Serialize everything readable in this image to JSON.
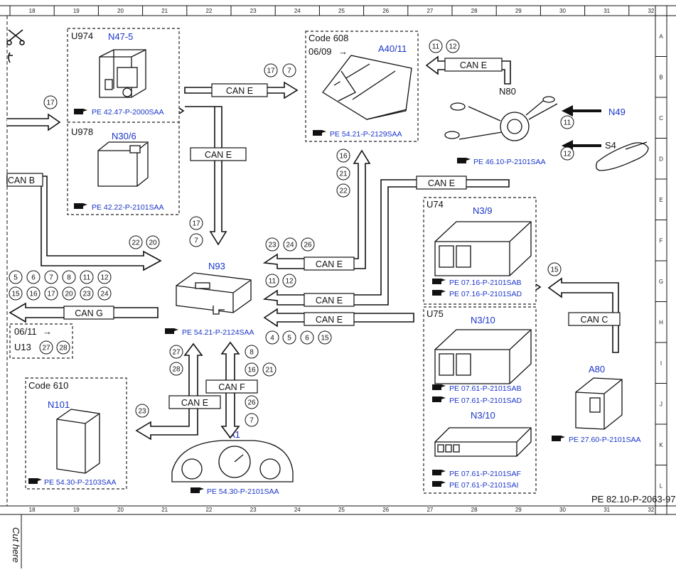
{
  "ruler": {
    "columns": [
      "18",
      "19",
      "20",
      "21",
      "22",
      "23",
      "24",
      "25",
      "26",
      "27",
      "28",
      "29",
      "30",
      "31",
      "32"
    ],
    "rows": [
      "A",
      "B",
      "C",
      "D",
      "E",
      "F",
      "G",
      "H",
      "I",
      "J",
      "K",
      "L"
    ]
  },
  "footer": {
    "cut_here": "Cut here",
    "doc_ref": "PE 82.10-P-2063-97SAA"
  },
  "boxes": {
    "u974": {
      "tag": "U974",
      "id": "N47-5",
      "ref": "PE 42.47-P-2000SAA"
    },
    "u978": {
      "tag": "U978",
      "id": "N30/6",
      "ref": "PE 42.22-P-2101SAA"
    },
    "code608": {
      "code": "Code 608",
      "since": "06/09",
      "arrow": "→",
      "id": "A40/11",
      "ref": "PE 54.21-P-2129SAA"
    },
    "n80": {
      "id": "N80",
      "ref": "PE 46.10-P-2101SAA"
    },
    "n49": {
      "id": "N49"
    },
    "s4": {
      "id": "S4"
    },
    "n93": {
      "id": "N93",
      "ref": "PE 54.21-P-2124SAA"
    },
    "u74": {
      "tag": "U74",
      "id": "N3/9",
      "ref1": "PE 07.16-P-2101SAB",
      "ref2": "PE 07.16-P-2101SAD"
    },
    "u75": {
      "tag": "U75",
      "id": "N3/10",
      "ref1": "PE 07.61-P-2101SAB",
      "ref2": "PE 07.61-P-2101SAD",
      "id2": "N3/10",
      "ref3": "PE 07.61-P-2101SAF",
      "ref4": "PE 07.61-P-2101SAI"
    },
    "u13": {
      "since": "06/11",
      "arrow": "→",
      "tag": "U13"
    },
    "code610": {
      "code": "Code 610",
      "id": "N101",
      "ref": "PE 54.30-P-2103SAA"
    },
    "a1": {
      "id": "A1",
      "ref": "PE 54.30-P-2101SAA"
    },
    "a80": {
      "id": "A80",
      "ref": "PE 27.60-P-2101SAA"
    }
  },
  "can_labels": {
    "can_e_top": "CAN E",
    "can_e_a40": "CAN E",
    "can_e_vert": "CAN E",
    "can_b": "CAN B",
    "can_g": "CAN G",
    "can_e_23": "CAN E",
    "can_e_11": "CAN E",
    "can_e_4": "CAN E",
    "can_e_n80": "CAN E",
    "can_c": "CAN C",
    "can_f": "CAN F",
    "can_e_bottom": "CAN E"
  },
  "numbers": {
    "n17_left": "17",
    "top_17": "17",
    "top_7": "7",
    "a40_11": "11",
    "a40_12": "12",
    "n49_11": "11",
    "s4_12": "12",
    "up_16": "16",
    "up_21": "21",
    "up_22": "22",
    "down_17": "17",
    "down_7": "7",
    "b_22": "22",
    "b_20": "20",
    "l1_5": "5",
    "l1_6": "6",
    "l1_7": "7",
    "l1_8": "8",
    "l1_11": "11",
    "l1_12": "12",
    "l2_15": "15",
    "l2_16": "16",
    "l2_17": "17",
    "l2_20": "20",
    "l2_23": "23",
    "l2_24": "24",
    "u13_27": "27",
    "u13_28": "28",
    "r_23": "23",
    "r_24": "24",
    "r_26": "26",
    "r_11": "11",
    "r_12": "12",
    "r_4": "4",
    "r_5": "5",
    "r_6": "6",
    "r_15": "15",
    "c_15": "15",
    "bot_27": "27",
    "bot_28": "28",
    "bot_8": "8",
    "bot_16": "16",
    "bot_21": "21",
    "bot_26": "26",
    "bot_7": "7",
    "bot_23": "23"
  }
}
